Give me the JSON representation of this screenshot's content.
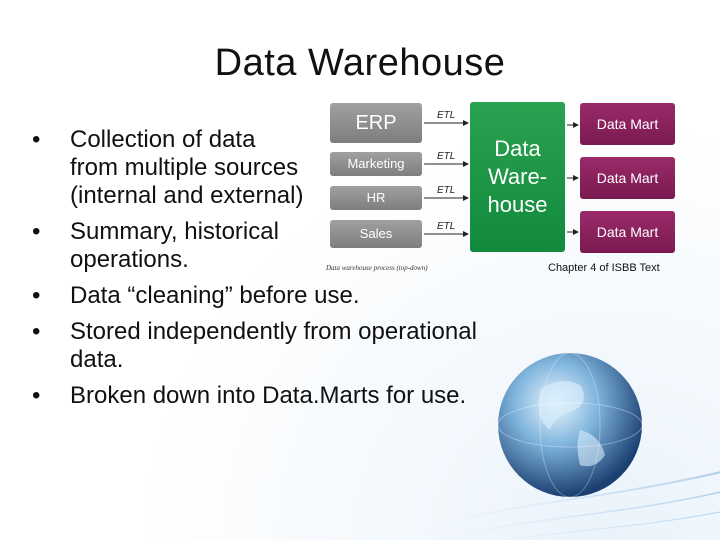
{
  "slide": {
    "title": "Data Warehouse",
    "bullets": [
      "Collection of data from multiple sources (internal and external)",
      "Summary, historical operations.",
      "Data “cleaning” before use.",
      "Stored independently from operational data.",
      "Broken down into Data.Marts for use."
    ],
    "reference": "Chapter 4 of ISBB Text"
  },
  "diagram": {
    "sources": [
      "ERP",
      "Marketing",
      "HR",
      "Sales"
    ],
    "etl_labels": [
      "ETL",
      "ETL",
      "ETL",
      "ETL"
    ],
    "warehouse": "Data\nWare-\nhouse",
    "marts": [
      "Data Mart",
      "Data Mart",
      "Data Mart"
    ],
    "caption": "Data warehouse process (top-down)",
    "colors": {
      "source": "#8c8c8c",
      "warehouse": "#1f9a49",
      "mart": "#8a225e"
    }
  }
}
